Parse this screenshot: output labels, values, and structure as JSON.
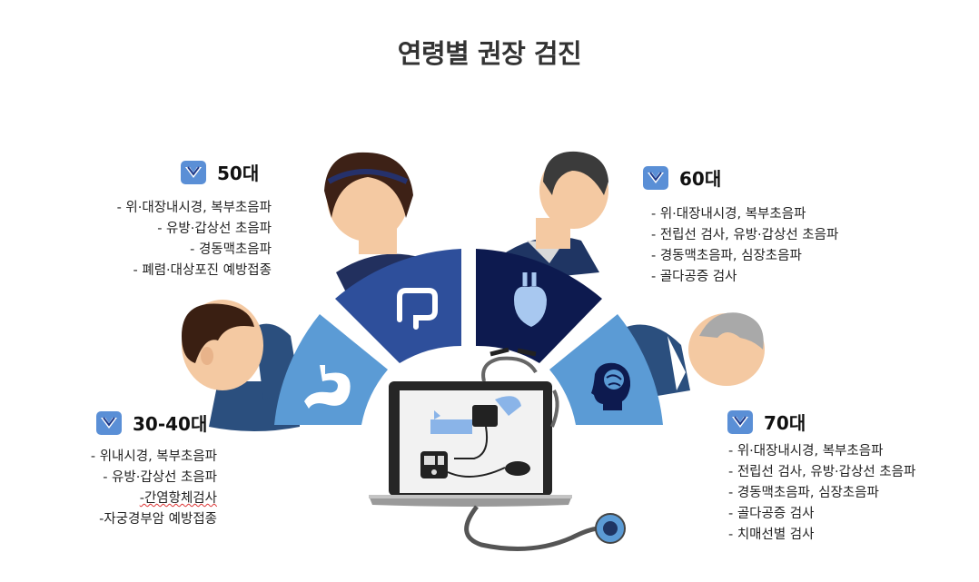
{
  "title": "연령별 권장 검진",
  "groups": {
    "g50": {
      "label": "50대",
      "items": [
        "- 위·대장내시경, 복부초음파",
        "- 유방·갑상선 초음파",
        "- 경동맥초음파",
        "- 폐렴·대상포진 예방접종"
      ]
    },
    "g60": {
      "label": "60대",
      "items": [
        "- 위·대장내시경, 복부초음파",
        "- 전립선 검사, 유방·갑상선 초음파",
        "- 경동맥초음파, 심장초음파",
        "- 골다공증 검사"
      ]
    },
    "g3040": {
      "label": "30-40대",
      "items": [
        "- 위내시경, 복부초음파",
        "- 유방·갑상선 초음파",
        "-간염항체검사",
        "-자궁경부암 예방접종"
      ]
    },
    "g70": {
      "label": "70대",
      "items": [
        "- 위·대장내시경, 복부초음파",
        "- 전립선 검사, 유방·갑상선 초음파",
        "- 경동맥초음파, 심장초음파",
        "- 골다공증 검사",
        "- 치매선별 검사"
      ]
    },
    "colors": {
      "badge": "#5a8fd6",
      "segment_light": "#5b9bd5",
      "segment_mid": "#2e4f9b",
      "segment_dark": "#0d1a4f"
    }
  }
}
